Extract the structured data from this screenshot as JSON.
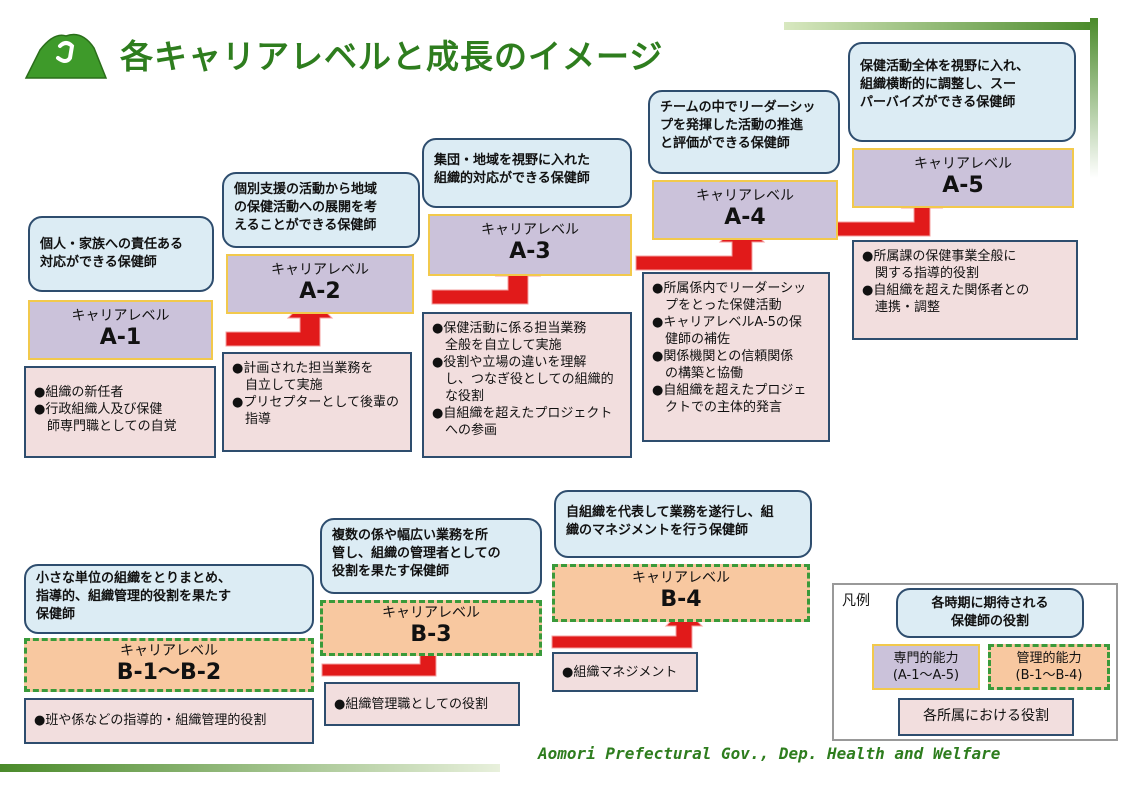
{
  "title": "各キャリアレベルと成長のイメージ",
  "footer": "Aomori Prefectural Gov., Dep. Health and Welfare",
  "colors": {
    "title": "#2e7d1e",
    "desc_bg": "#dcecf4",
    "level_a_bg": "#cbc2da",
    "level_b_bg": "#f8c8a0",
    "role_bg": "#f2dede",
    "arrow": "#e11a1a"
  },
  "levels_a": [
    {
      "desc": "個人・家族への責任ある\n対応ができる保健師",
      "caption": "キャリアレベル",
      "code": "A-1",
      "roles": [
        "●組織の新任者",
        "●行政組織人及び保健\n　師専門職としての自覚"
      ]
    },
    {
      "desc": "個別支援の活動から地域\nの保健活動への展開を考\nえることができる保健師",
      "caption": "キャリアレベル",
      "code": "A-2",
      "roles": [
        "●計画された担当業務を\n　自立して実施",
        "●プリセプターとして後輩の\n　指導"
      ]
    },
    {
      "desc": "集団・地域を視野に入れた\n組織的対応ができる保健師",
      "caption": "キャリアレベル",
      "code": "A-3",
      "roles": [
        "●保健活動に係る担当業務\n　全般を自立して実施",
        "●役割や立場の違いを理解\n　し、つなぎ役としての組織的\n　な役割",
        "●自組織を超えたプロジェクト\n　への参画"
      ]
    },
    {
      "desc": "チームの中でリーダーシッ\nプを発揮した活動の推進\nと評価ができる保健師",
      "caption": "キャリアレベル",
      "code": "A-4",
      "roles": [
        "●所属係内でリーダーシッ\n　プをとった保健活動",
        "●キャリアレベルA-5の保\n　健師の補佐",
        "●関係機関との信頼関係\n　の構築と協働",
        "●自組織を超えたプロジェ\n　クトでの主体的発言"
      ]
    },
    {
      "desc": "保健活動全体を視野に入れ、\n組織横断的に調整し、スー\nパーバイズができる保健師",
      "caption": "キャリアレベル",
      "code": "A-5",
      "roles": [
        "●所属課の保健事業全般に\n　関する指導的役割",
        "●自組織を超えた関係者との\n　連携・調整"
      ]
    }
  ],
  "levels_b": [
    {
      "desc": "小さな単位の組織をとりまとめ、\n指導的、組織管理的役割を果たす\n保健師",
      "caption": "キャリアレベル",
      "code": "B-1～B-2",
      "roles": [
        "●班や係などの指導的・組織管理的役割"
      ]
    },
    {
      "desc": "複数の係や幅広い業務を所\n管し、組織の管理者としての\n役割を果たす保健師",
      "caption": "キャリアレベル",
      "code": "B-3",
      "roles": [
        "●組織管理職としての役割"
      ]
    },
    {
      "desc": "自組織を代表して業務を遂行し、組\n織のマネジメントを行う保健師",
      "caption": "キャリアレベル",
      "code": "B-4",
      "roles": [
        "●組織マネジメント"
      ]
    }
  ],
  "legend": {
    "title": "凡例",
    "desc": "各時期に期待される\n保健師の役割",
    "a_label": "専門的能力\n(A-1～A-5)",
    "b_label": "管理的能力\n(B-1～B-4)",
    "role_label": "各所属における役割"
  }
}
